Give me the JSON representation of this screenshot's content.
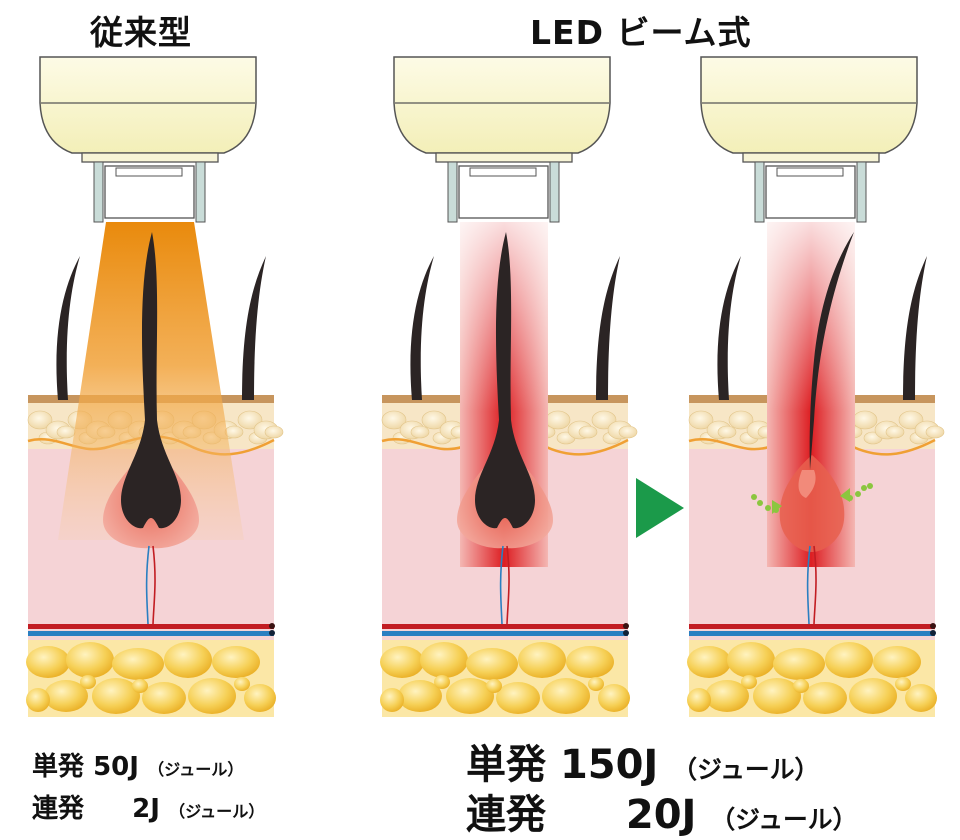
{
  "titles": {
    "conventional": "従来型",
    "led_beam": "LED ビーム式"
  },
  "captions": {
    "conventional": {
      "single_label": "単発",
      "single_value": "50J",
      "single_unit": "（ジュール）",
      "burst_label": "連発",
      "burst_value": "2J",
      "burst_unit": "（ジュール）"
    },
    "led": {
      "single_label": "単発",
      "single_value": "150J",
      "single_unit": "（ジュール）",
      "burst_label": "連発",
      "burst_value": "20J",
      "burst_unit": "（ジュール）"
    }
  },
  "colors": {
    "lamp_fill": "#fbf8d2",
    "lamp_stroke": "#555555",
    "cone_orange": "#ec8b0e",
    "beam_red": "#dd1e22",
    "skin_pink": "#f5d3d6",
    "epidermis_tan": "#c7955d",
    "cell_cream": "#f3e2bf",
    "fat_yellow": "#f2c142",
    "hair": "#2b2424",
    "arrow_green": "#1b9a4a",
    "vessel_red": "#c21d23",
    "vessel_blue": "#2a7fc1"
  },
  "icons": {
    "step_arrow": "triangle-right-icon"
  }
}
